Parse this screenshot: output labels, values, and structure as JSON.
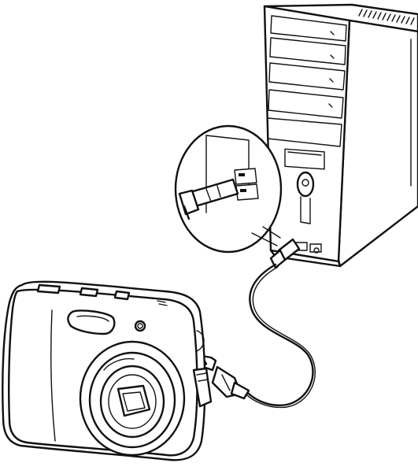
{
  "illustration": {
    "subject": "camera-connected-to-computer-via-usb-cable",
    "elements": [
      "computer-tower",
      "usb-port-zoom-inset",
      "usb-cable",
      "digital-camera"
    ]
  },
  "colors": {
    "ink": "#111111",
    "paper": "#ffffff"
  }
}
